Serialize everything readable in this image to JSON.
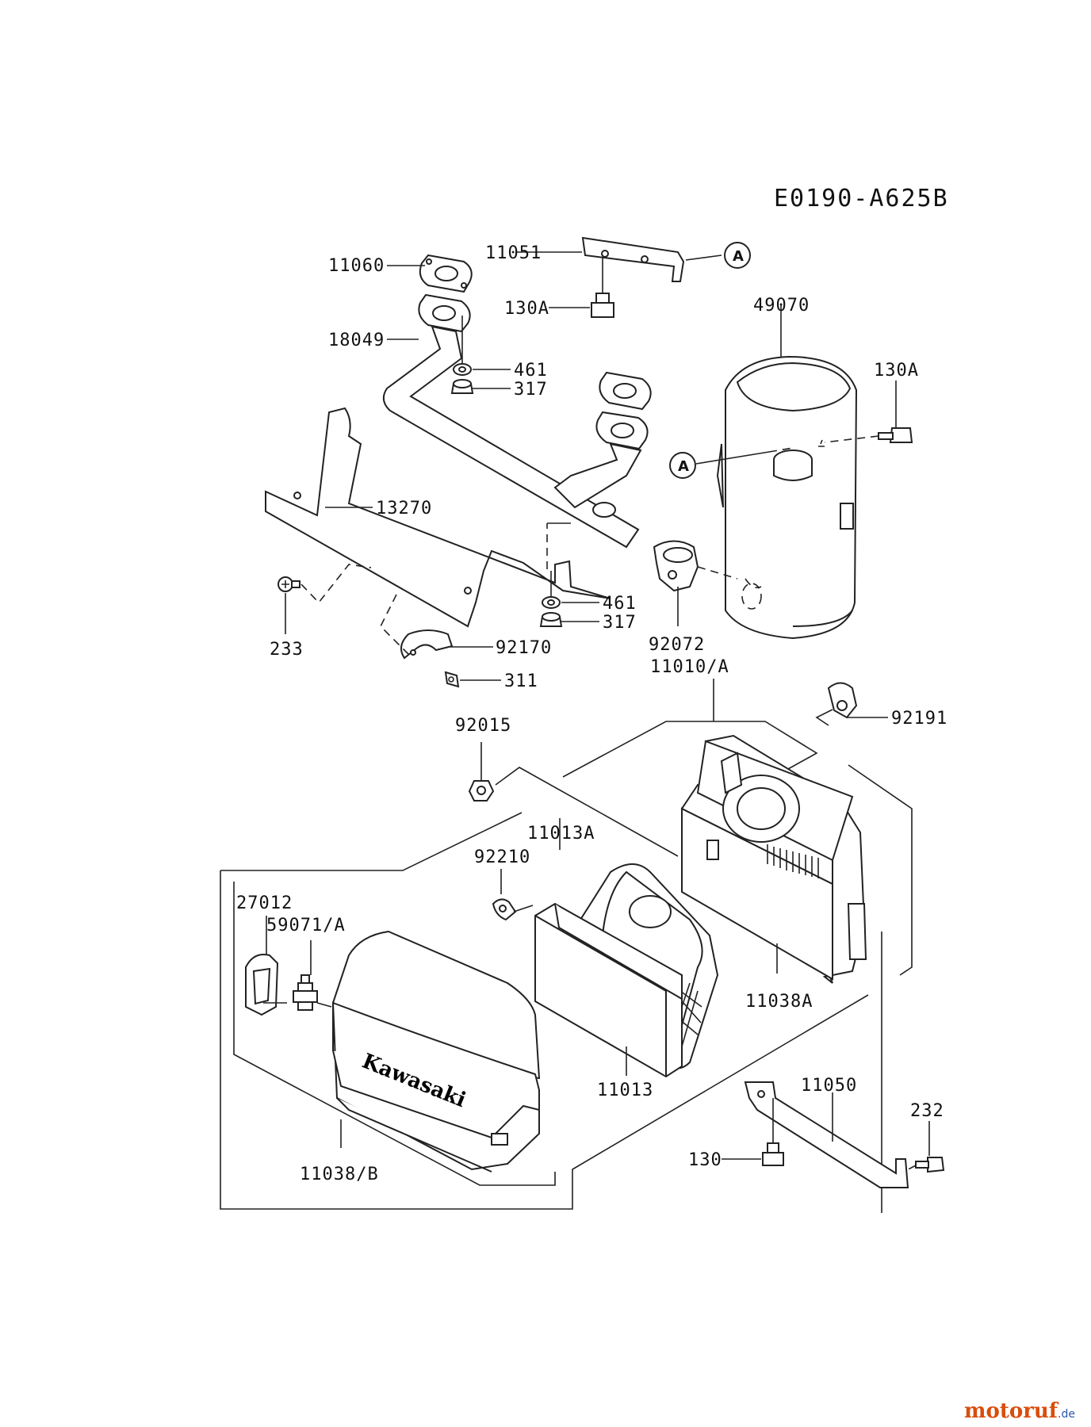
{
  "diagram_code": "E0190-A625B",
  "brand": {
    "name_main": "motoruf",
    "name_tld": ".de"
  },
  "cover_text": "Kawasaki",
  "ref_letter": "A",
  "labels": {
    "p11060": "11060",
    "p11051": "11051",
    "p130A_a": "130A",
    "p49070": "49070",
    "p18049": "18049",
    "p461_a": "461",
    "p317_a": "317",
    "p130A_b": "130A",
    "p13270": "13270",
    "p461_b": "461",
    "p317_b": "317",
    "p233": "233",
    "p92170": "92170",
    "p92072": "92072",
    "p311": "311",
    "p11010A": "11010/A",
    "p92191": "92191",
    "p92015": "92015",
    "p11013A": "11013A",
    "p92210": "92210",
    "p27012": "27012",
    "p59071A": "59071/A",
    "p11038A": "11038A",
    "p11013": "11013",
    "p11050": "11050",
    "p232": "232",
    "p130": "130",
    "p11038B": "11038/B"
  }
}
